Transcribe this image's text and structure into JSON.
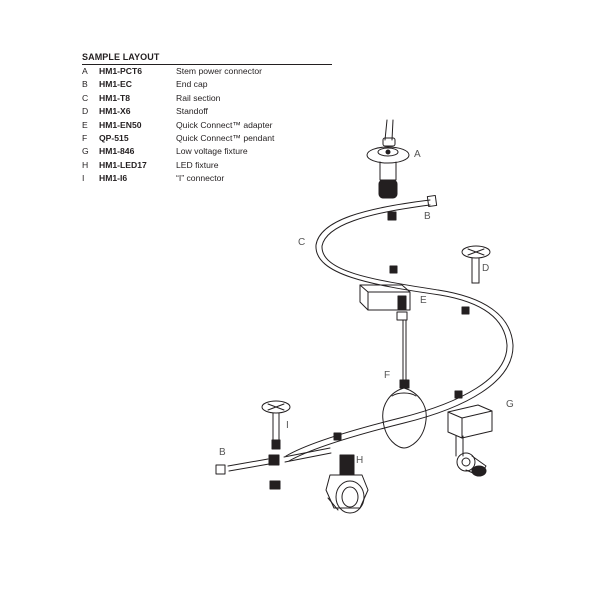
{
  "legend": {
    "title": "SAMPLE LAYOUT",
    "rows": [
      {
        "letter": "A",
        "code": "HM1-PCT6",
        "desc": "Stem power connector"
      },
      {
        "letter": "B",
        "code": "HM1-EC",
        "desc": "End cap"
      },
      {
        "letter": "C",
        "code": "HM1-T8",
        "desc": "Rail section"
      },
      {
        "letter": "D",
        "code": "HM1-X6",
        "desc": "Standoff"
      },
      {
        "letter": "E",
        "code": "HM1-EN50",
        "desc": "Quick Connect™ adapter"
      },
      {
        "letter": "F",
        "code": "QP-515",
        "desc": "Quick Connect™ pendant"
      },
      {
        "letter": "G",
        "code": "HM1-846",
        "desc": "Low voltage fixture"
      },
      {
        "letter": "H",
        "code": "HM1-LED17",
        "desc": "LED fixture"
      },
      {
        "letter": "I",
        "code": "HM1-I6",
        "desc": "“I” connector"
      }
    ]
  },
  "callouts": {
    "a": "A",
    "b_top": "B",
    "c": "C",
    "d": "D",
    "e": "E",
    "f": "F",
    "g": "G",
    "h": "H",
    "i": "I",
    "b_bottom": "B"
  }
}
